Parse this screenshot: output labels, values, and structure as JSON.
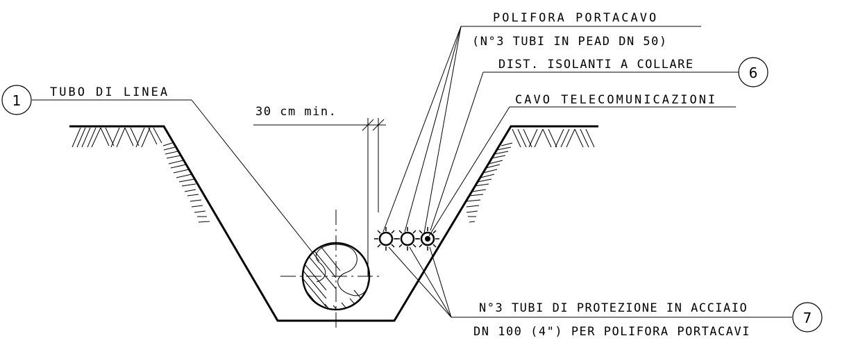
{
  "labels": {
    "tubo_di_linea": "TUBO DI LINEA",
    "polifora_portacavo": "POLIFORA PORTACAVO",
    "polifora_details": "(N°3 TUBI IN PEAD DN 50)",
    "dist_isolanti": "DIST. ISOLANTI A COLLARE",
    "cavo_tlc": "CAVO TELECOMUNICAZIONI",
    "tubi_protezione_line1": "N°3 TUBI DI PROTEZIONE IN ACCIAIO",
    "tubi_protezione_line2": "DN 100 (4\") PER POLIFORA PORTACAVI",
    "distance_min": "30 cm min."
  },
  "callouts": {
    "pipe": "1",
    "spacers": "6",
    "protection_tubes": "7"
  }
}
